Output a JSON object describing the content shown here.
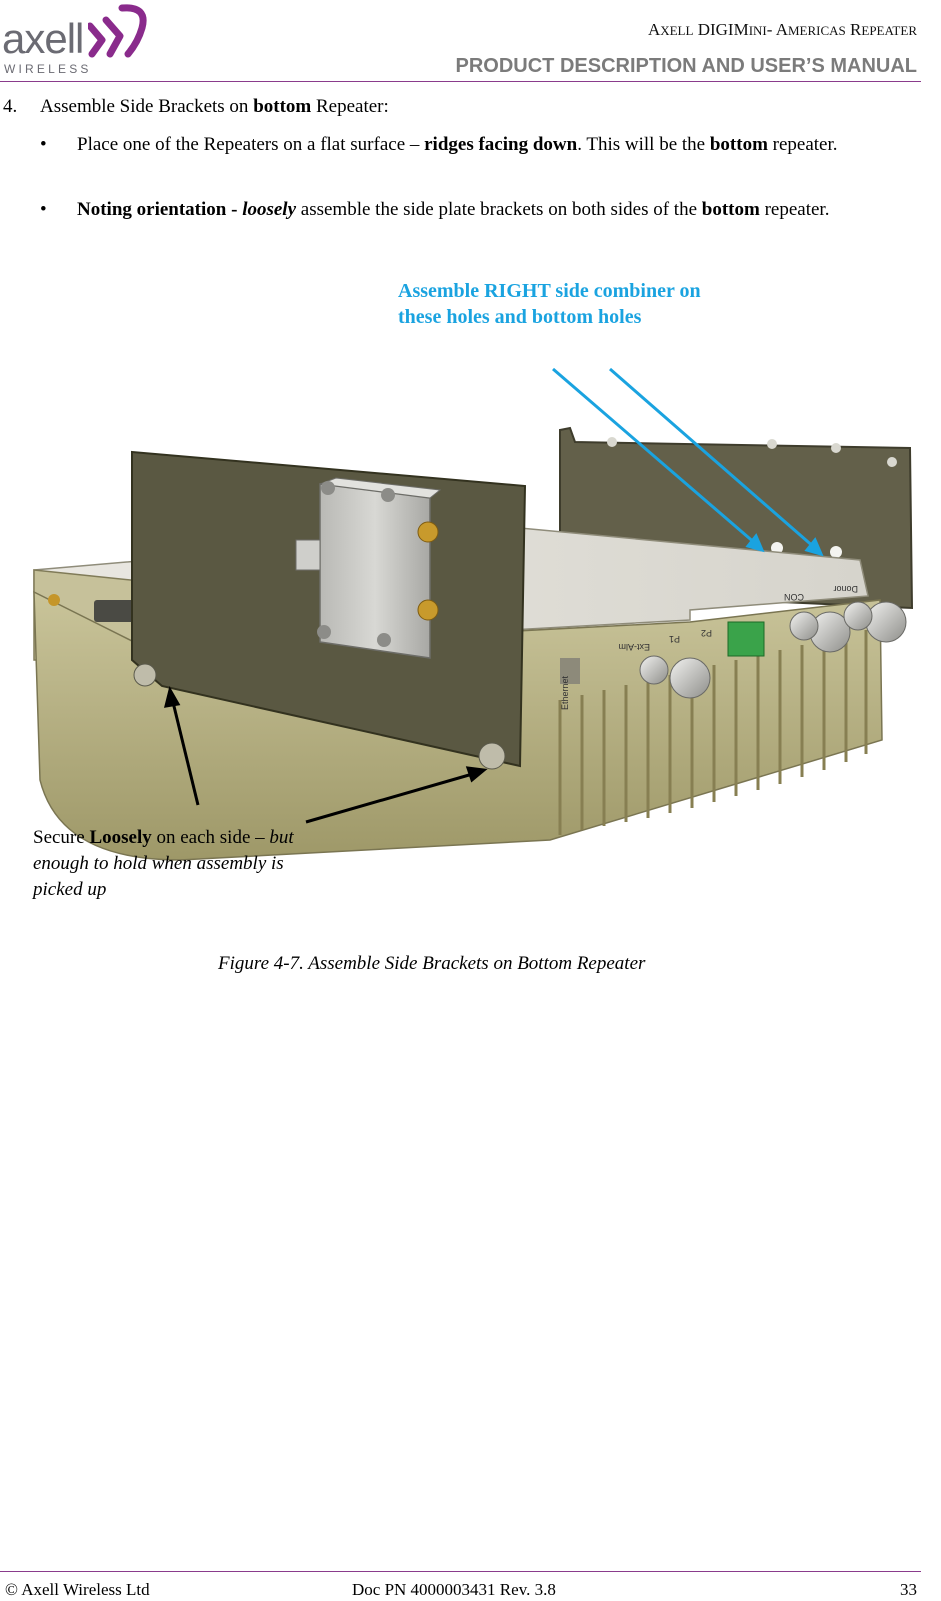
{
  "header": {
    "logo_text": "axell",
    "logo_subtext": "WIRELESS",
    "doc_title_line1_a": "A",
    "doc_title_line1_b": "XELL",
    "doc_title_line1_c": " DIGIM",
    "doc_title_line1_d": "INI",
    "doc_title_line1_e": "- A",
    "doc_title_line1_f": "MERICAS",
    "doc_title_line1_g": " R",
    "doc_title_line1_h": "EPEATER",
    "doc_title_line2": "PRODUCT DESCRIPTION AND USER’S MANUAL"
  },
  "content": {
    "step_number": "4.",
    "step_text_a": "Assemble Side Brackets on ",
    "step_text_b": "bottom",
    "step_text_c": " Repeater:",
    "bullet1_a": "Place one of the Repeaters on a flat surface – ",
    "bullet1_b": "ridges facing down",
    "bullet1_c": ". This will be the ",
    "bullet1_d": "bottom",
    "bullet1_e": " repeater.",
    "bullet2_a": "Noting orientation - ",
    "bullet2_b": "loosely",
    "bullet2_c": " assemble the side plate brackets on both sides of the ",
    "bullet2_d": "bottom",
    "bullet2_e": " repeater."
  },
  "figure": {
    "callout_right": "Assemble RIGHT side combiner on these holes and bottom holes",
    "callout_secure_a": "Secure ",
    "callout_secure_b": "Loosely",
    "callout_secure_c": " on each side ",
    "callout_secure_d": "– but enough to hold when assembly is picked up",
    "port_labels": [
      "Ethernet",
      "Ext-Alm",
      "P1",
      "P2",
      "CON",
      "Donor"
    ],
    "caption_a": "Figure 4",
    "caption_b": "-7. Assemble Side Brackets on Bottom Repeater"
  },
  "footer": {
    "copyright": "© Axell Wireless Ltd",
    "doc_pn": "Doc PN 4000003431 Rev. 3.8",
    "page_number": "33"
  },
  "colors": {
    "rule": "#8a3b8c",
    "callout_blue": "#1aa3e0",
    "logo_purple": "#8a2b8c"
  }
}
